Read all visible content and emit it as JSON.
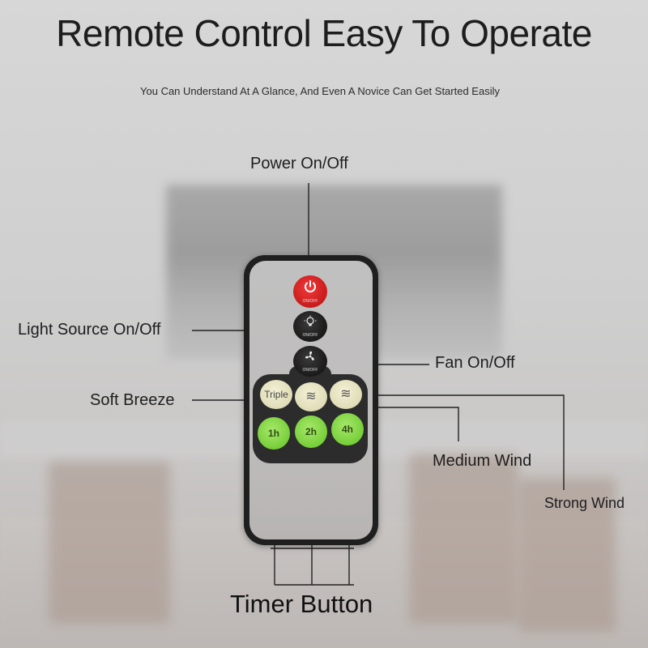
{
  "header": {
    "title": "Remote Control Easy To Operate",
    "subtitle": "You Can Understand At A Glance, And Even A Novice Can Get Started Easily"
  },
  "callouts": {
    "power": "Power On/Off",
    "light": "Light Source On/Off",
    "fan": "Fan On/Off",
    "soft": "Soft Breeze",
    "medium": "Medium Wind",
    "strong": "Strong Wind",
    "timer": "Timer Button"
  },
  "remote": {
    "power_caption": "ON/OFF",
    "light_caption": "ON/OFF",
    "fan_caption": "ON/OFF",
    "triple_label": "Triple",
    "timer_buttons": [
      "1h",
      "2h",
      "4h"
    ],
    "icons": {
      "power": "power-icon",
      "light": "light-bulb-icon",
      "fan": "fan-icon",
      "wind": "wave-icon"
    },
    "colors": {
      "power": "#d62828",
      "body": "#1f1f1f",
      "timer": "#7ad23c",
      "wind": "#e8e5c4"
    }
  }
}
